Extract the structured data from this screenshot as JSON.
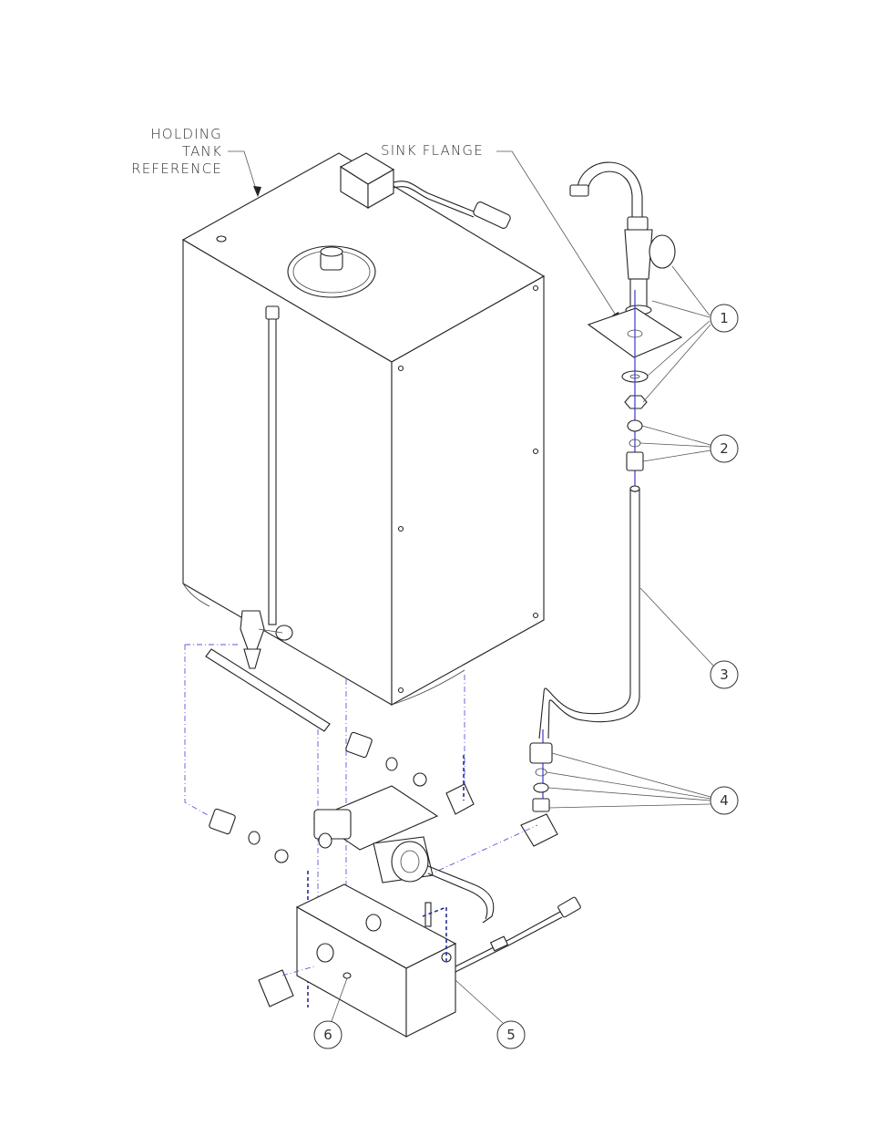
{
  "labels": {
    "holding_tank_line1": "HOLDING",
    "holding_tank_line2": "TANK",
    "holding_tank_line3": "REFERENCE",
    "sink_flange": "SINK FLANGE"
  },
  "callouts": [
    "1",
    "2",
    "3",
    "4",
    "5",
    "6"
  ],
  "colors": {
    "line": "#222222",
    "centerline": "#3a3ad0"
  }
}
